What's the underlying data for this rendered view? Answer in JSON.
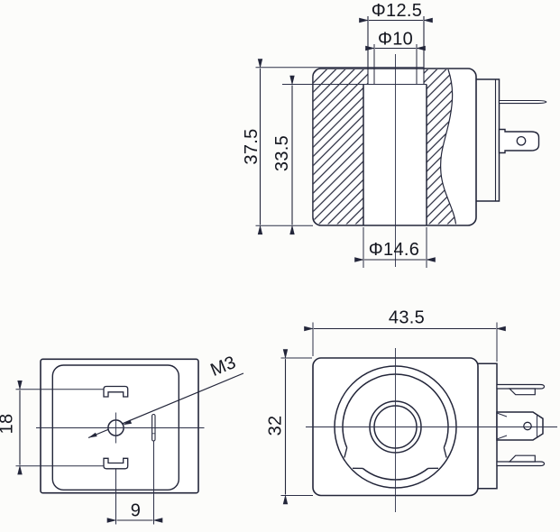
{
  "drawing": {
    "kind": "technical dimensional drawing",
    "component": "solenoid coil",
    "units": "mm"
  },
  "colors": {
    "line": "#23263a",
    "text": "#14161f",
    "background": "#fcfcfa"
  },
  "views": {
    "section": {
      "name": "cross-section side view",
      "dims": {
        "phi12_5": "Φ12.5",
        "phi10": "Φ10",
        "h37_5": "37.5",
        "h33_5": "33.5",
        "phi14_6": "Φ14.6"
      }
    },
    "top": {
      "name": "top view",
      "dims": {
        "s18": "18",
        "s9": "9",
        "m3": "M3"
      }
    },
    "front": {
      "name": "front view",
      "dims": {
        "w43_5": "43.5",
        "h32": "32"
      }
    }
  }
}
